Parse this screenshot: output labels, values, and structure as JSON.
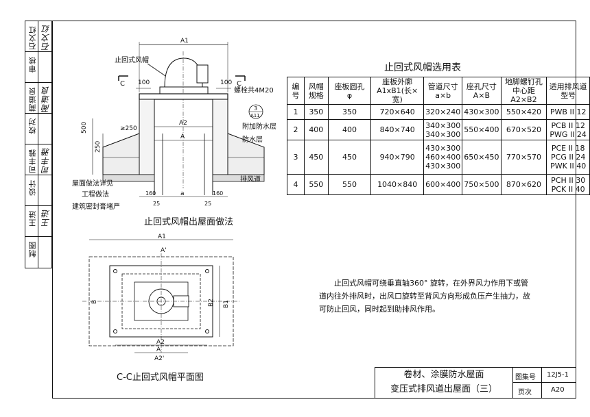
{
  "sidebar": {
    "cells": [
      {
        "label": "石文红",
        "sign": "石文红"
      },
      {
        "label": "审核",
        "sign": ""
      },
      {
        "label": "蔺道良",
        "sign": "蔺道良"
      },
      {
        "label": "校对",
        "sign": ""
      },
      {
        "label": "司丰雅",
        "sign": "司丰雅"
      },
      {
        "label": "设计",
        "sign": ""
      },
      {
        "label": "王进",
        "sign": "王进"
      },
      {
        "label": "制图",
        "sign": ""
      }
    ]
  },
  "section": {
    "title": "止回式风帽出屋面做法",
    "labels": {
      "cap": "止回式风帽",
      "bolts": "螺栓共4M20",
      "extra_waterproof": "附加防水层",
      "waterproof": "防水层",
      "duct": "排风道",
      "roof_note1": "屋面做法详见",
      "roof_note2": "工程做法",
      "sealant": "建筑密封膏堵严",
      "ref_top": "3",
      "ref_bottom": "A11",
      "cut": "C",
      "d_A1": "A1",
      "d_A2": "A2",
      "d_A": "A",
      "d_a": "a",
      "d_100a": "100",
      "d_100b": "100",
      "d_250a": "≥250",
      "d_250b": "250",
      "d_500": "500",
      "d_160a": "160",
      "d_160b": "160",
      "d_25a": "25",
      "d_25b": "25"
    }
  },
  "plan": {
    "title": "C-C止回式风帽平面图",
    "labels": {
      "A1": "A1",
      "A": "A",
      "A2": "A2",
      "A2p": "A2'",
      "Ap": "A'",
      "B1": "B1",
      "B2": "B2",
      "B": "B"
    }
  },
  "table": {
    "title": "止回式风帽选用表",
    "headers": [
      "编号",
      "风帽规格",
      "座板圆孔φ",
      "座板外廓A1xB1(长×宽)",
      "管道尺寸a×b",
      "座孔尺寸A×B",
      "地脚螺钉孔中心距A2×B2",
      "适用排风道型号"
    ],
    "header_lines": [
      [
        "编",
        "号"
      ],
      [
        "风帽",
        "规格"
      ],
      [
        "座板圆孔",
        "φ"
      ],
      [
        "座板外廓",
        "A1xB1(长×宽)"
      ],
      [
        "管道尺寸",
        "a×b"
      ],
      [
        "座孔尺寸",
        "A×B"
      ],
      [
        "地脚螺钉孔",
        "中心距A2×B2"
      ],
      [
        "适用排风道",
        "型号"
      ]
    ],
    "rows": [
      {
        "no": "1",
        "spec": "350",
        "hole": "350",
        "plate": "720×640",
        "pipe": [
          "320×240"
        ],
        "seat": "430×300",
        "bolt": "550×420",
        "models": [
          "PWB II 12"
        ]
      },
      {
        "no": "2",
        "spec": "400",
        "hole": "400",
        "plate": "840×740",
        "pipe": [
          "340×300",
          "340×300"
        ],
        "seat": "550×400",
        "bolt": "670×520",
        "models": [
          "PCB II 12",
          "PWG II 24"
        ]
      },
      {
        "no": "3",
        "spec": "450",
        "hole": "450",
        "plate": "940×790",
        "pipe": [
          "430×300",
          "460×400",
          "430×300"
        ],
        "seat": "650×450",
        "bolt": "770×570",
        "models": [
          "PCE II 18",
          "PCG II 24",
          "PWK II 40"
        ]
      },
      {
        "no": "4",
        "spec": "550",
        "hole": "550",
        "plate": "1040×840",
        "pipe": [
          "600×400"
        ],
        "seat": "750×500",
        "bolt": "870×620",
        "models": [
          "PCH II 30",
          "PCK II 40"
        ]
      }
    ]
  },
  "note": {
    "lines": [
      "止回式风帽可绕垂直轴360° 旋转，在外界风力作用下或管",
      "道内往外排风时，出风口旋转至背风方向形成负压产生抽力，故",
      "可防止回风，同时起到助排风作用。"
    ]
  },
  "title_block": {
    "line1": "卷材、涂膜防水屋面",
    "line2": "变压式排风道出屋面（三）",
    "atlas_label": "图集号",
    "atlas_value": "12J5-1",
    "page_label": "页次",
    "page_value": "A20"
  }
}
